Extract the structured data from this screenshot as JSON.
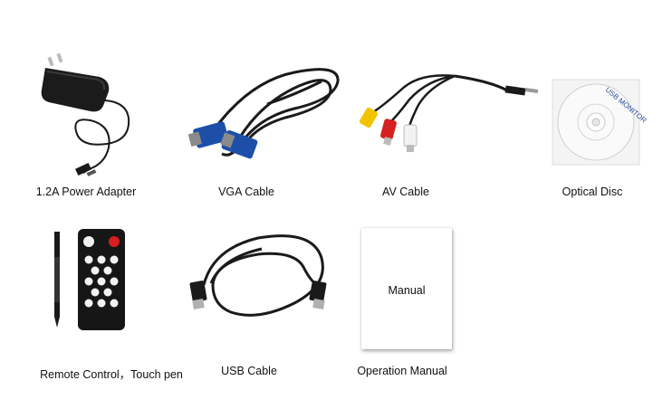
{
  "items": [
    {
      "name": "power-adapter",
      "caption": "1.2A Power Adapter"
    },
    {
      "name": "vga-cable",
      "caption": "VGA Cable"
    },
    {
      "name": "av-cable",
      "caption": "AV Cable"
    },
    {
      "name": "optical-disc",
      "caption": "Optical Disc",
      "disc_label": "USB MONITOR"
    },
    {
      "name": "remote-control",
      "caption": "Remote Control，Touch pen"
    },
    {
      "name": "usb-cable",
      "caption": "USB Cable"
    },
    {
      "name": "operation-manual",
      "caption": "Operation Manual",
      "doc_label": "Manual"
    }
  ],
  "colors": {
    "background": "#ffffff",
    "cable_black": "#1a1a1a",
    "vga_blue": "#1d4fa8",
    "rca_yellow": "#f2c400",
    "rca_red": "#d42020",
    "rca_white": "#f2f2f2",
    "remote_red_button": "#d81e1e"
  }
}
